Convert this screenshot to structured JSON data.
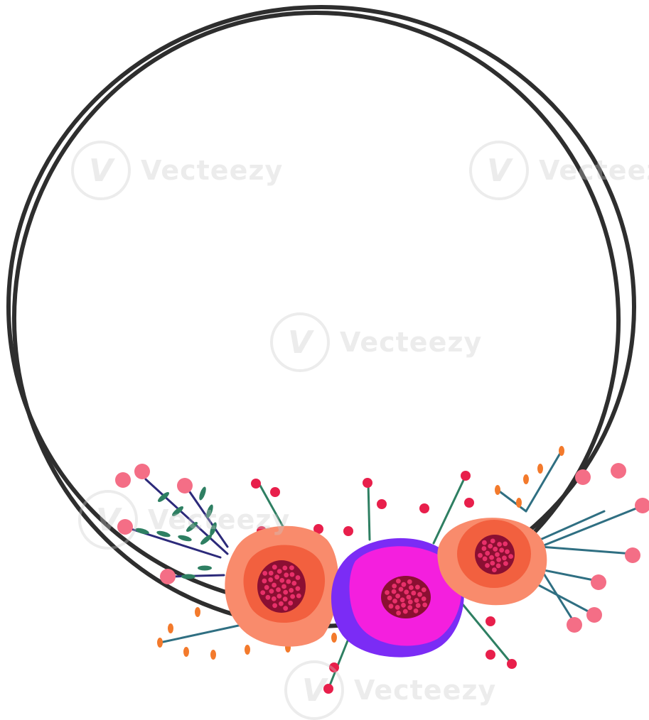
{
  "watermark": {
    "text": "Vecteezy",
    "logo_glyph": "V"
  },
  "colors": {
    "background": "#ffffff",
    "ring": "#2e2e2e",
    "coral_petal_outer": "#f98b6c",
    "coral_petal_inner": "#f2603f",
    "flower_center": "#8b0f32",
    "flower_seed": "#e8306a",
    "magenta_outer": "#7b2cf5",
    "magenta_inner": "#f41fde",
    "berry_red": "#e81f4b",
    "berry_pink": "#f46e86",
    "leaf_navy": "#2c2a7a",
    "leaf_green": "#2e7f62",
    "twig_teal": "#2f6f82",
    "bud_orange": "#f37a2c"
  },
  "icons": [
    "double-ring-frame",
    "coral-flower-icon",
    "magenta-flower-icon",
    "peach-flower-icon",
    "berry-sprig-icon",
    "leaf-sprig-icon",
    "twig-icon"
  ]
}
